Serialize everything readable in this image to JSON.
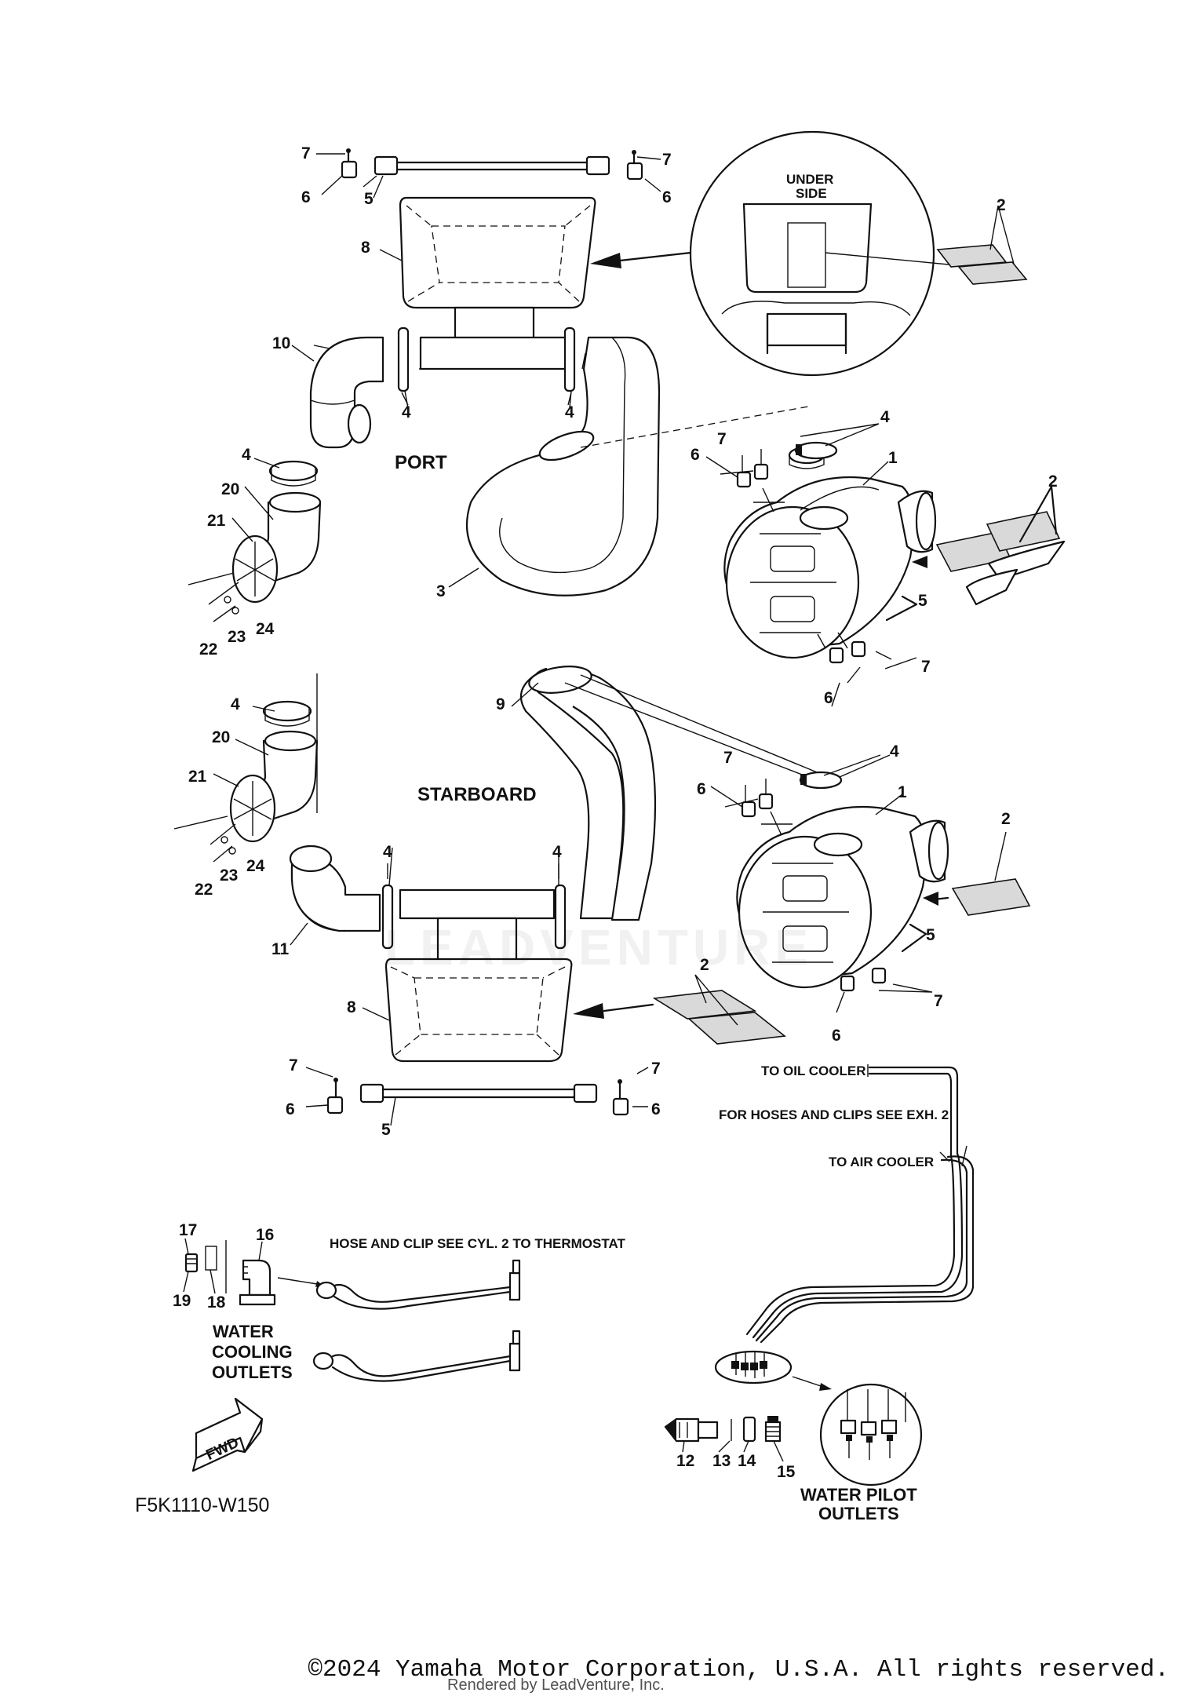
{
  "labels": {
    "under_side": [
      "UNDER",
      "SIDE"
    ],
    "port": "PORT",
    "starboard": "STARBOARD",
    "to_oil_cooler": "TO OIL COOLER",
    "for_hoses": "FOR HOSES AND CLIPS SEE EXH. 2",
    "to_air_cooler": "TO AIR COOLER",
    "hose_and_clip": "HOSE AND CLIP  SEE CYL. 2 TO THERMOSTAT",
    "water_cooling": [
      "WATER",
      "COOLING",
      "OUTLETS"
    ],
    "water_pilot": [
      "WATER PILOT",
      "OUTLETS"
    ],
    "fwd": "FWD",
    "figure_code": "F5K1110-W150"
  },
  "callouts": {
    "c7_tl": "7",
    "c6_tl": "6",
    "c5_top": "5",
    "c7_tr": "7",
    "c6_tr": "6",
    "c8_top": "8",
    "c2_under": "2",
    "c10": "10",
    "c4_a": "4",
    "c4_b": "4",
    "c4_port_clamp": "4",
    "c20_port": "20",
    "c21_port": "21",
    "c22_port": "22",
    "c23_port": "23",
    "c24_port": "24",
    "c3": "3",
    "c4_cl1": "4",
    "c7_cl1": "7",
    "c6_cl1": "6",
    "c1_top": "1",
    "c2_top": "2",
    "c5_cl1": "5",
    "c7_cl1b": "7",
    "c6_cl1b": "6",
    "c9": "9",
    "c4_stb_clamp": "4",
    "c20_stb": "20",
    "c21_stb": "21",
    "c22_stb": "22",
    "c23_stb": "23",
    "c24_stb": "24",
    "c4_c": "4",
    "c4_d": "4",
    "c11": "11",
    "c4_cl2": "4",
    "c7_cl2": "7",
    "c6_cl2": "6",
    "c1_bot": "1",
    "c2_cl2": "2",
    "c5_cl2": "5",
    "c7_cl2b": "7",
    "c6_cl2b": "6",
    "c2_bot": "2",
    "c8_bot": "8",
    "c7_bl": "7",
    "c6_bl": "6",
    "c5_bot": "5",
    "c7_br": "7",
    "c6_br": "6",
    "c17": "17",
    "c16": "16",
    "c19": "19",
    "c18": "18",
    "c12": "12",
    "c13": "13",
    "c14": "14",
    "c15": "15"
  },
  "footer": {
    "copyright": "©2024 Yamaha Motor Corporation, U.S.A. All rights reserved.",
    "rendered_by": "Rendered by LeadVenture, Inc."
  }
}
